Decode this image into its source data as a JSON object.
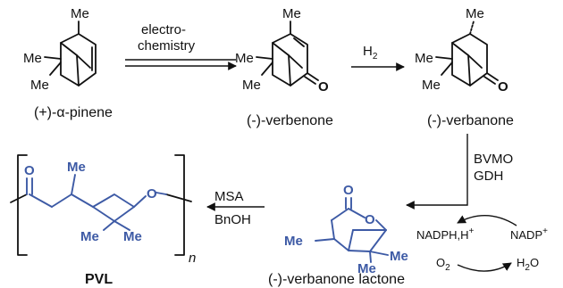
{
  "compounds": {
    "pinene": "(+)-α-pinene",
    "verbenone": "(-)-verbenone",
    "verbanone": "(-)-verbanone",
    "lactone": "(-)-verbanone lactone",
    "polymer": "PVL"
  },
  "reagents": {
    "step1_line1": "electro-",
    "step1_line2": "chemistry",
    "step2_h": "H",
    "step2_sub": "2",
    "step3_line1": "BVMO",
    "step3_line2": "GDH",
    "step4_line1": "MSA",
    "step4_line2": "BnOH"
  },
  "cofactor": {
    "nadph": "NADPH,H",
    "nadph_sup": "+",
    "nadp": "NADP",
    "nadp_sup": "+",
    "o2": "O",
    "o2_sub": "2",
    "h2o_h": "H",
    "h2o_sub": "2",
    "h2o_o": "O"
  },
  "atoms": {
    "me": "Me",
    "o": "O",
    "n": "n"
  },
  "colors": {
    "black": "#111111",
    "blue": "#3d5aa5"
  }
}
